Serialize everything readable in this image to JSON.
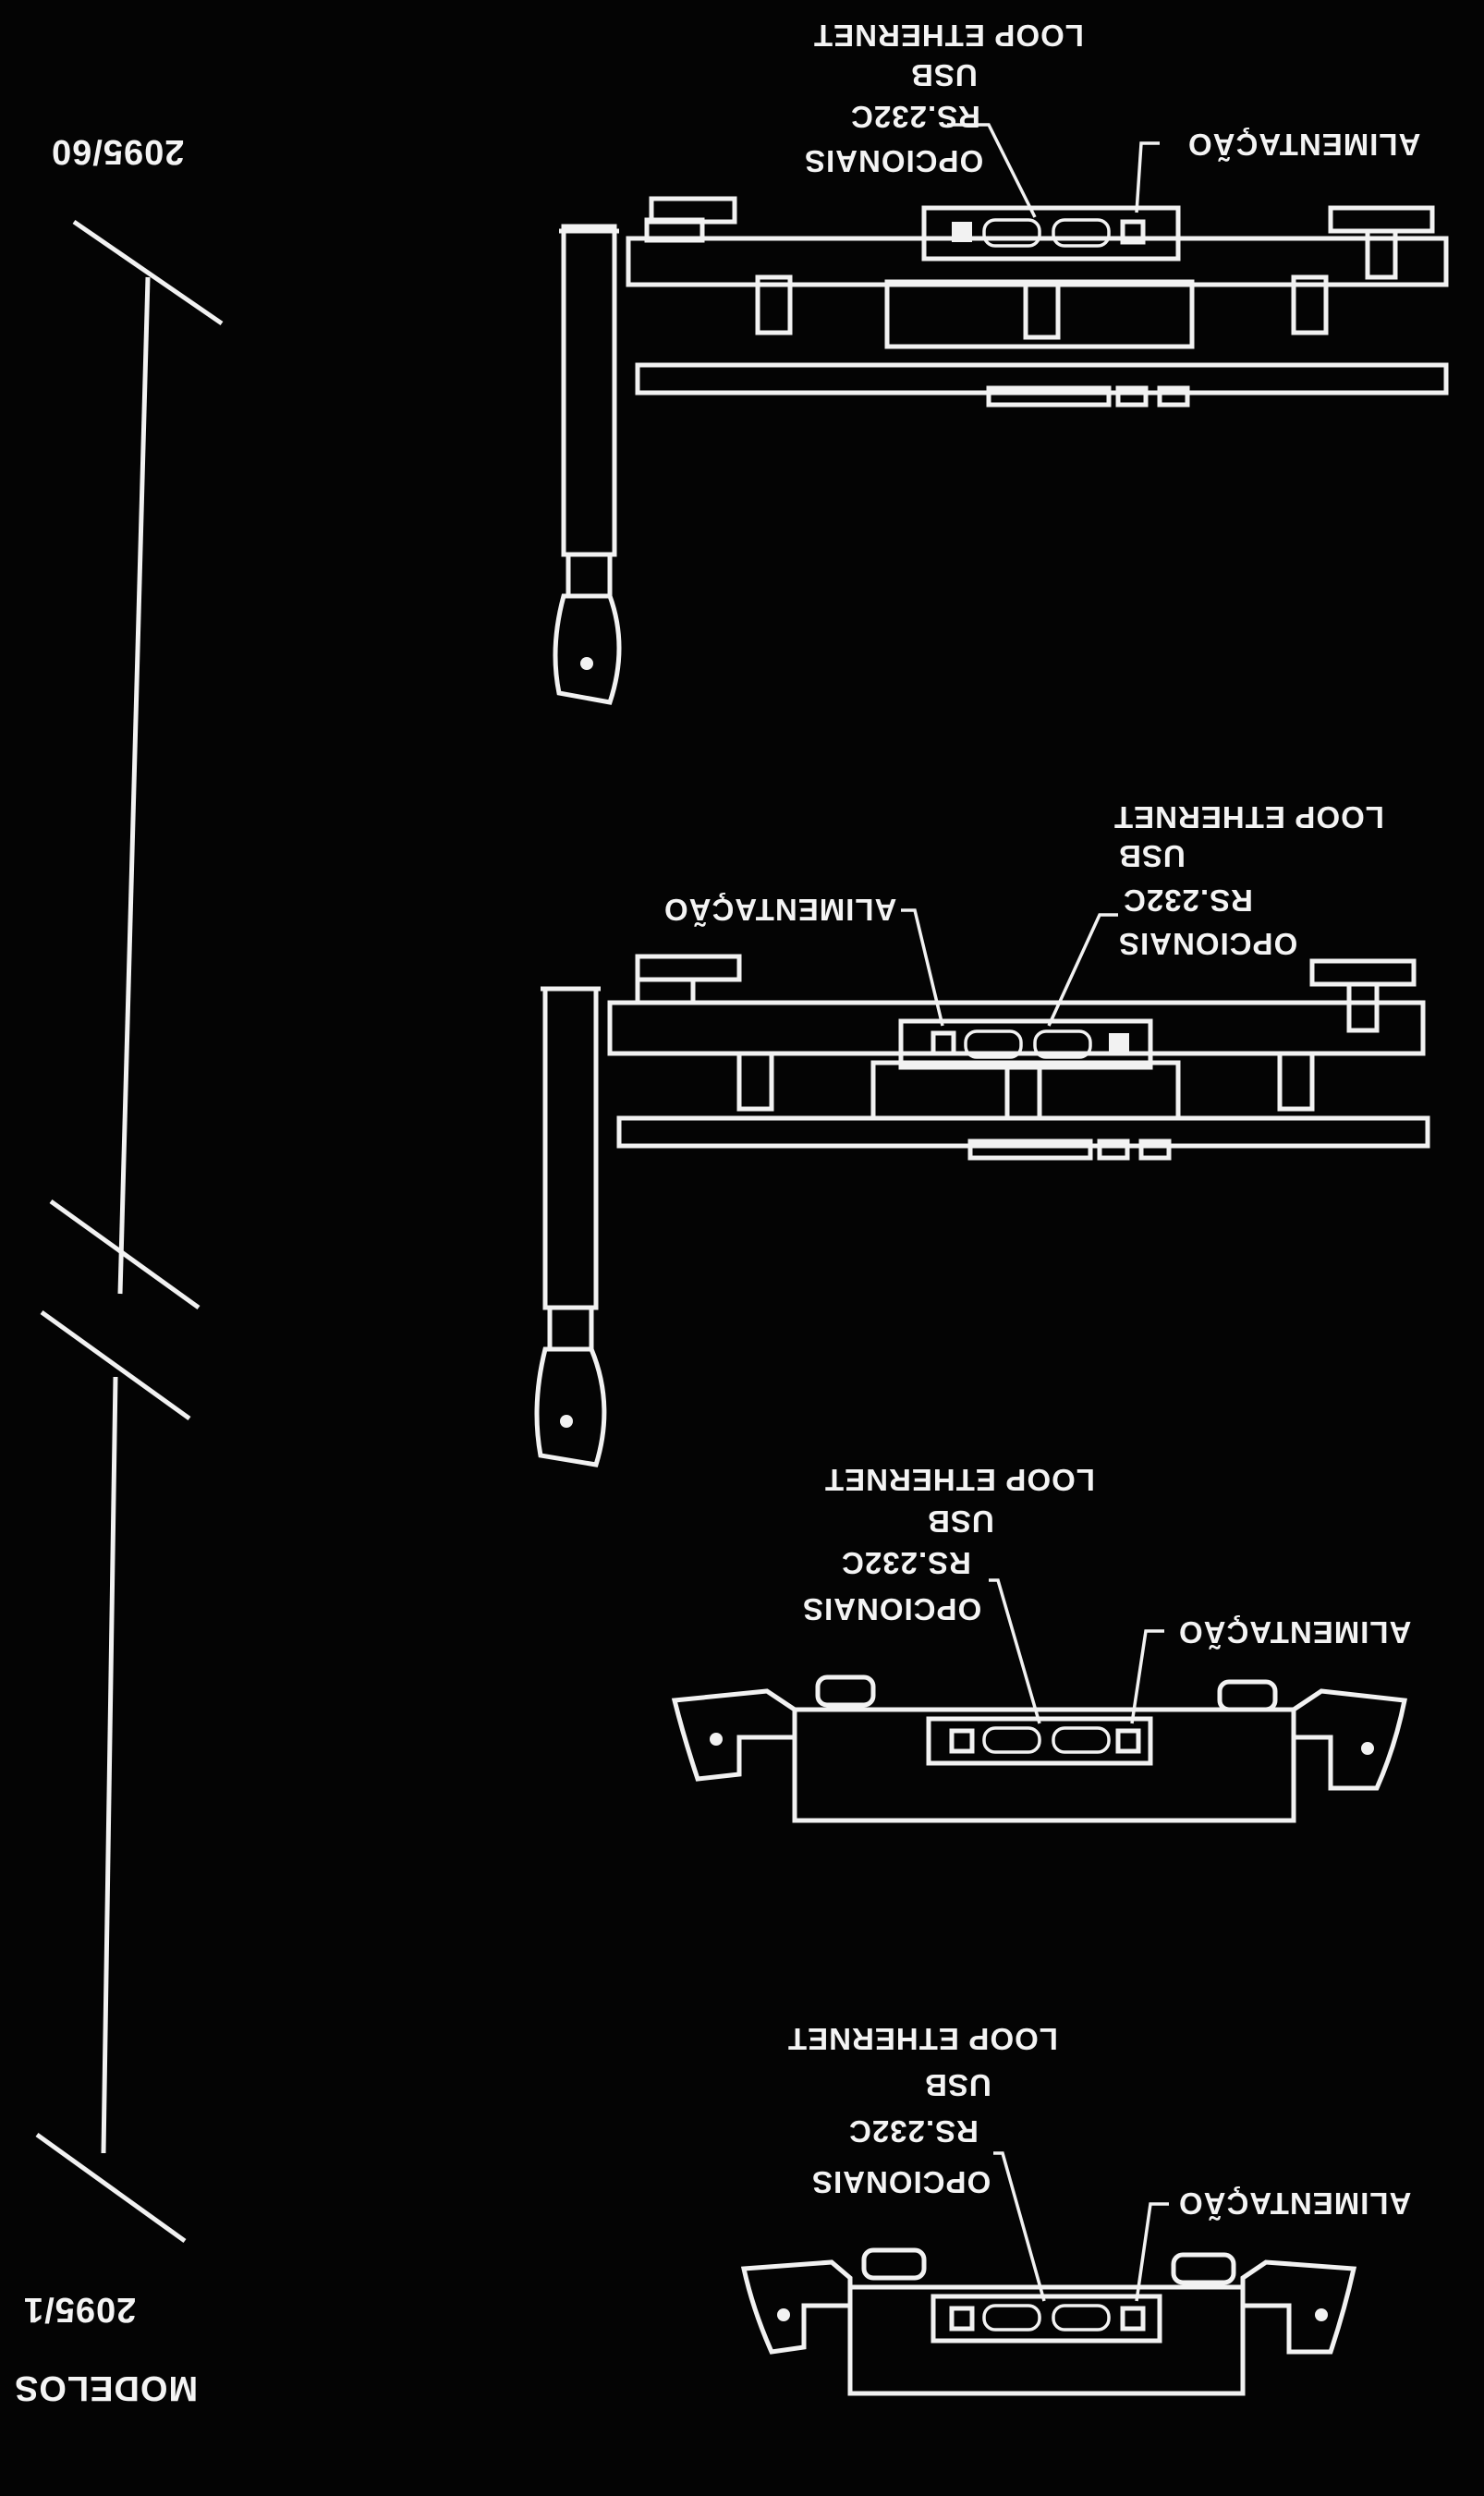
{
  "sheet": {
    "title": "MODELOS",
    "model_first": "2095/1",
    "model_last": "2095/60"
  },
  "callouts": {
    "loop_ethernet": "LOOP ETHERNET",
    "usb": "USB",
    "rs232c": "RS.232C",
    "opcionais": "OPCIONAIS",
    "alimentacao": "ALIMENTAÇÃO"
  },
  "colors": {
    "ink": "#f2f2f2",
    "background": "#040404"
  }
}
